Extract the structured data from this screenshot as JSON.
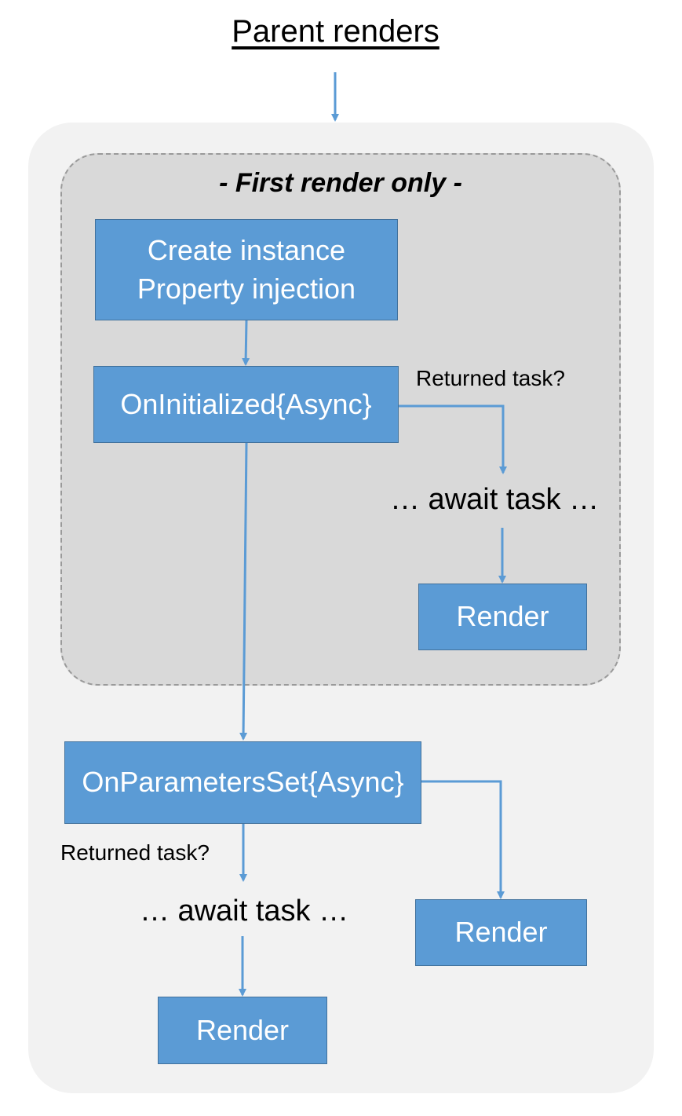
{
  "title": "Parent renders",
  "first_render_group": {
    "label": "- First render only -"
  },
  "nodes": {
    "create_instance": {
      "line1": "Create instance",
      "line2": "Property injection"
    },
    "on_initialized": "OnInitialized{Async}",
    "await_task_1": "… await task …",
    "render_1": "Render",
    "on_parameters_set": "OnParametersSet{Async}",
    "await_task_2": "… await task …",
    "render_2": "Render",
    "render_3": "Render"
  },
  "edge_labels": {
    "returned_task_1": "Returned task?",
    "returned_task_2": "Returned task?"
  },
  "colors": {
    "box_fill": "#5b9bd5",
    "box_border": "#41719c",
    "arrow": "#5b9bd5",
    "outer_panel": "#f2f2f2",
    "inner_panel": "#d9d9d9",
    "dashed_border": "#9a9a9a"
  }
}
